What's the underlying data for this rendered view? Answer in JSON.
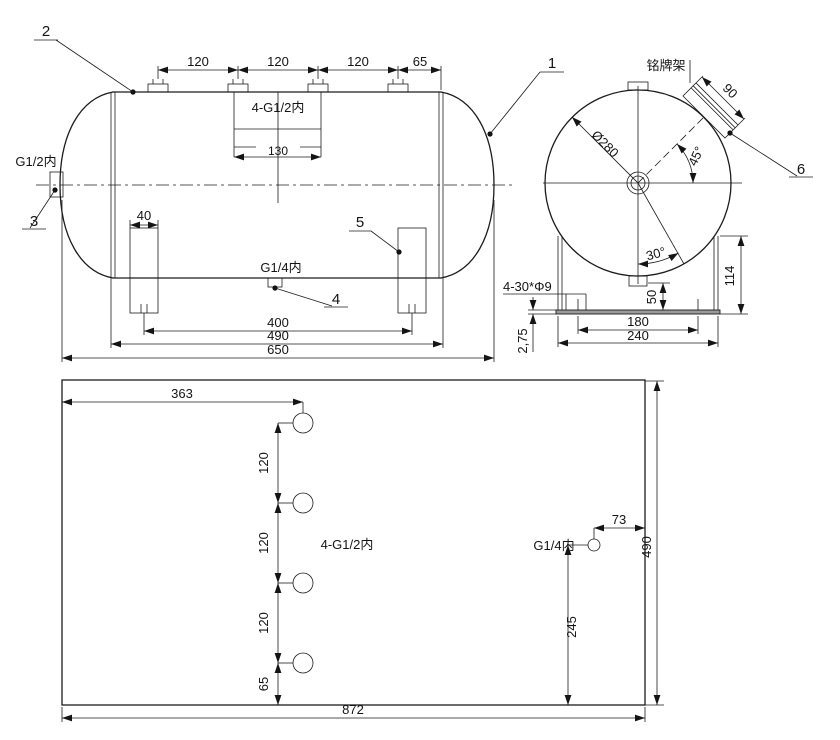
{
  "side_view": {
    "top_dims": [
      "120",
      "120",
      "120",
      "65"
    ],
    "manifold_label": "4-G1/2内",
    "manifold_width": "130",
    "left_port_label": "G1/2内",
    "bottom_port_label": "G1/4内",
    "leg_width": "40",
    "span_legs": "400",
    "span_shell": "490",
    "span_total": "650",
    "balloon_1": "1",
    "balloon_2": "2",
    "balloon_3": "3",
    "balloon_4": "4",
    "balloon_5": "5"
  },
  "end_view": {
    "diameter": "Ø280",
    "nameplate_label": "铭牌架",
    "nameplate_length": "90",
    "angle_upper": "45°",
    "angle_lower": "30°",
    "base_holes_label": "4-30*Φ9",
    "base_thickness": "2,75",
    "drain_height": "50",
    "base_height": "114",
    "hole_pitch": "180",
    "base_width": "240",
    "balloon_6": "6"
  },
  "plan_view": {
    "offset_left": "363",
    "hole_pitch_dims": [
      "120",
      "120",
      "120"
    ],
    "offset_bottom": "65",
    "holes_label": "4-G1/2内",
    "port_label": "G1/4内",
    "port_offset_right": "73",
    "port_offset_bottom": "245",
    "width": "490",
    "length": "872"
  }
}
